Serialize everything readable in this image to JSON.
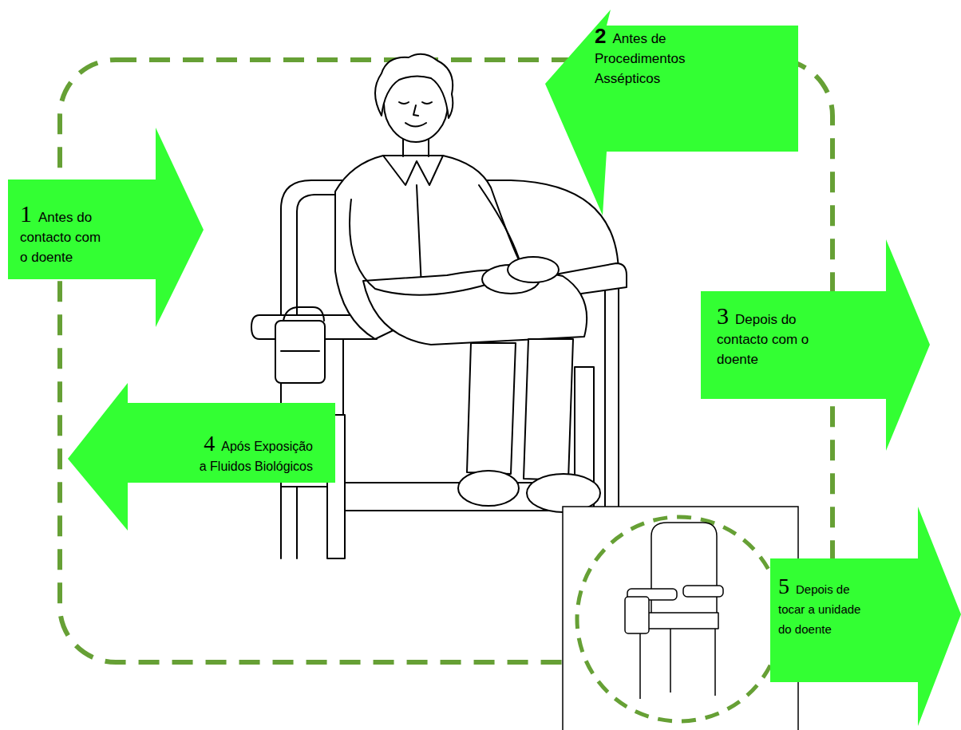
{
  "diagram": {
    "nodes": [
      {
        "text": [
          "1",
          "Antes do contacto com o doente"
        ]
      },
      {
        "text": [
          "2",
          "Antes de Procedimentos Assépticos"
        ]
      },
      {
        "text": [
          "3",
          "Depois do contacto com o doente"
        ]
      },
      {
        "text": [
          "4",
          "Após Exposição a Fluidos Biológicos"
        ]
      },
      {
        "text": [
          "5",
          "Depois de tocar a unidade do doente"
        ]
      }
    ]
  }
}
